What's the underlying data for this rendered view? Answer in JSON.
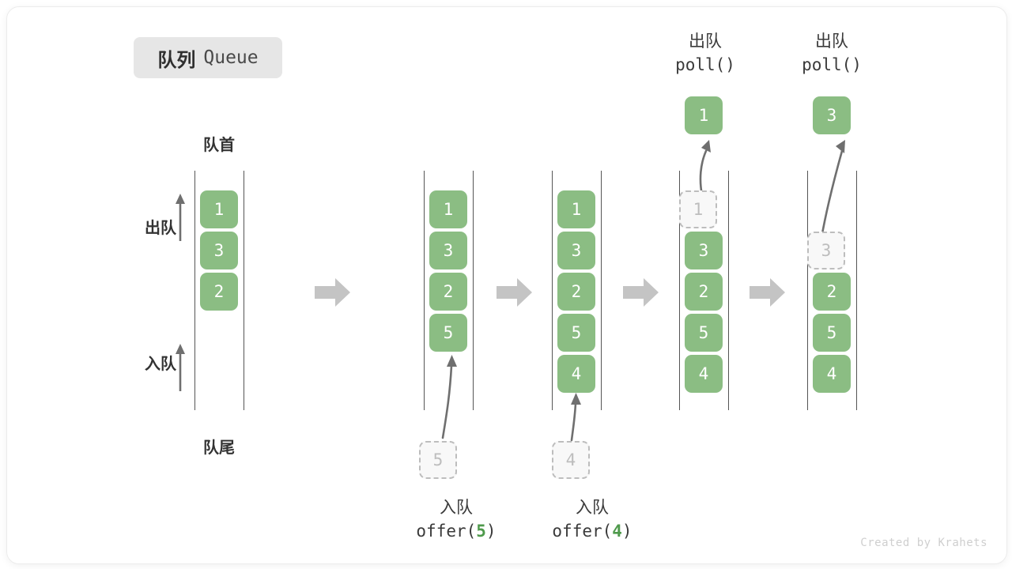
{
  "title": {
    "cn": "队列",
    "en": "Queue"
  },
  "labels": {
    "front": "队首",
    "rear": "队尾",
    "dequeue": "出队",
    "enqueue": "入队"
  },
  "operations": [
    {
      "cn": "入队",
      "fn_prefix": "offer(",
      "arg": "5",
      "fn_suffix": ")"
    },
    {
      "cn": "入队",
      "fn_prefix": "offer(",
      "arg": "4",
      "fn_suffix": ")"
    },
    {
      "cn": "出队",
      "fn_prefix": "poll(",
      "arg": "",
      "fn_suffix": ")"
    },
    {
      "cn": "出队",
      "fn_prefix": "poll(",
      "arg": "",
      "fn_suffix": ")"
    }
  ],
  "columns": [
    {
      "name": "initial",
      "cells": [
        "1",
        "3",
        "2"
      ]
    },
    {
      "name": "after-offer-5",
      "cells": [
        "1",
        "3",
        "2",
        "5"
      ]
    },
    {
      "name": "after-offer-4",
      "cells": [
        "1",
        "3",
        "2",
        "5",
        "4"
      ]
    },
    {
      "name": "during-poll-1",
      "cells": [
        "1",
        "3",
        "2",
        "5",
        "4"
      ],
      "ghost_index": 0
    },
    {
      "name": "during-poll-3",
      "cells": [
        "",
        "3",
        "2",
        "5",
        "4"
      ],
      "ghost_index": 1
    }
  ],
  "incoming": [
    {
      "value": "5"
    },
    {
      "value": "4"
    }
  ],
  "outgoing": [
    {
      "value": "1"
    },
    {
      "value": "3"
    }
  ],
  "colors": {
    "cell_green": "#8bbd83",
    "ghost_border": "#bdbdbd",
    "ghost_text": "#bdbdbd",
    "rail": "#555555",
    "step_arrow": "#c4c4c4",
    "arg_green": "#4f9a4c",
    "badge_bg": "#e6e6e6"
  },
  "credit": "Created by Krahets"
}
